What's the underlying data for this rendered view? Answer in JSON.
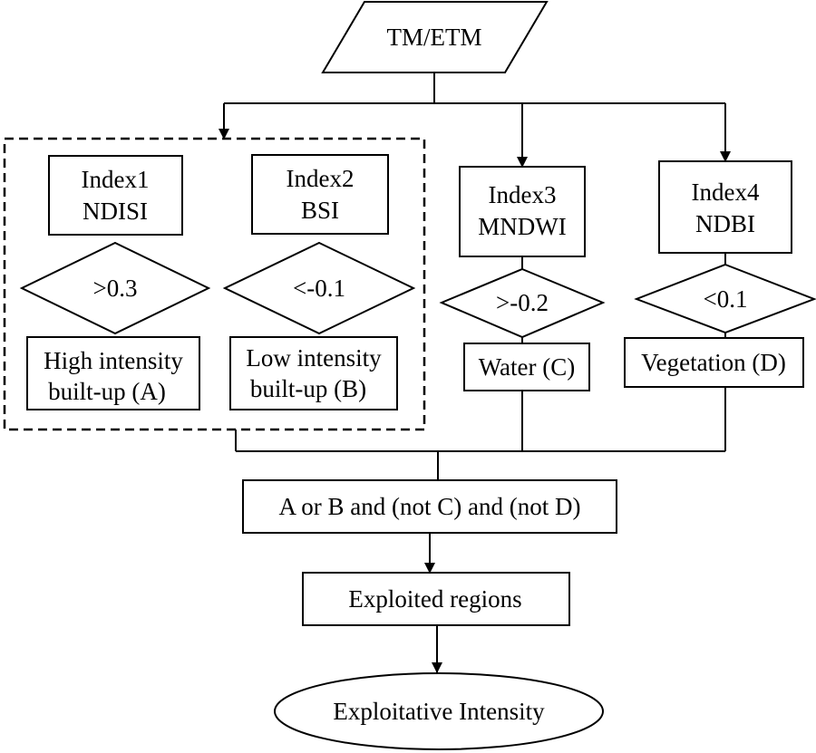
{
  "nodes": {
    "source": "TM/ETM",
    "index1": {
      "name": "Index1",
      "abbr": "NDISI"
    },
    "index2": {
      "name": "Index2",
      "abbr": "BSI"
    },
    "index3": {
      "name": "Index3",
      "abbr": "MNDWI"
    },
    "index4": {
      "name": "Index4",
      "abbr": "NDBI"
    },
    "threshold1": ">0.3",
    "threshold2": "<-0.1",
    "threshold3": ">-0.2",
    "threshold4": "<0.1",
    "class_a": {
      "line1": "High intensity",
      "line2": "built-up (A)"
    },
    "class_b": {
      "line1": "Low intensity",
      "line2": "built-up (B)"
    },
    "class_c": "Water (C)",
    "class_d": "Vegetation (D)",
    "rule": "A or B and (not C) and (not D)",
    "exploited": "Exploited regions",
    "intensity": "Exploitative Intensity"
  }
}
